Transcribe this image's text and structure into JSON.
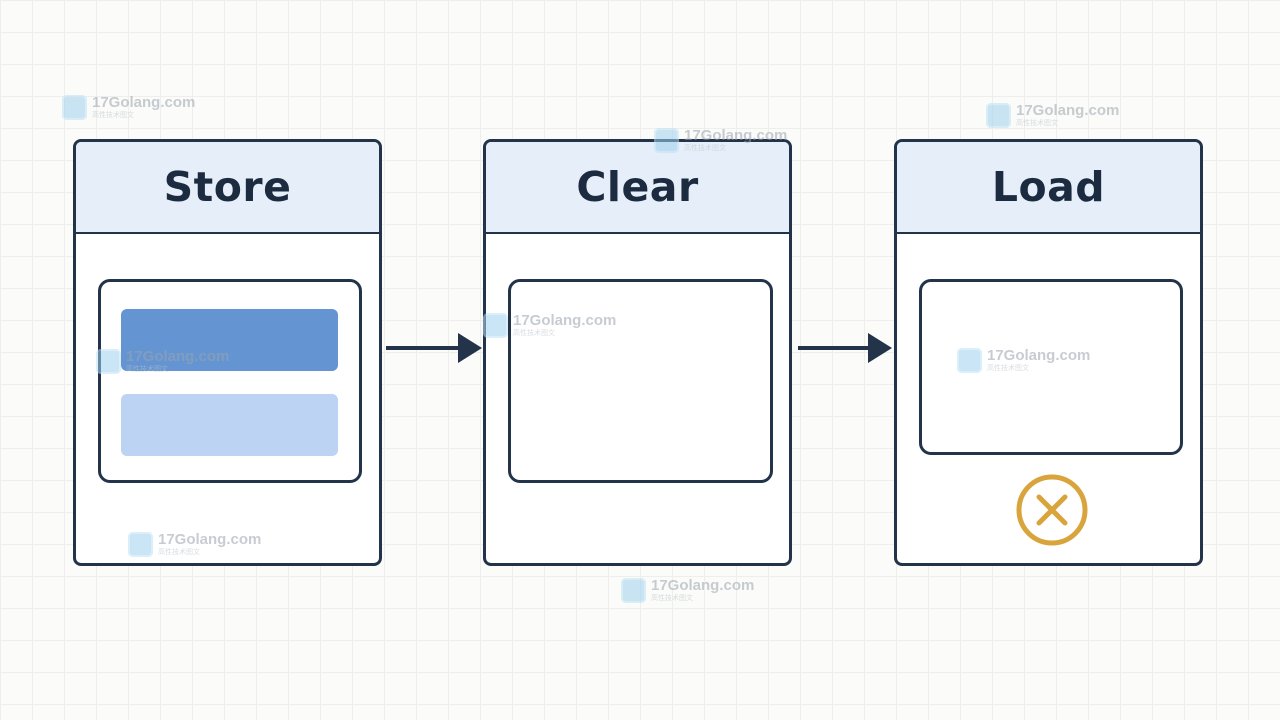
{
  "colors": {
    "outline": "#22334a",
    "header_fill": "#e6eff9",
    "data_primary": "#6495d2",
    "data_secondary": "#bcd3f3",
    "error": "#d9a43c"
  },
  "stages": [
    {
      "title": "Store",
      "content": "two-data-blocks"
    },
    {
      "title": "Clear",
      "content": "empty"
    },
    {
      "title": "Load",
      "content": "empty",
      "status_icon": "x-circle-icon"
    }
  ],
  "watermark": {
    "text": "17Golang.com",
    "subtext": "高性技术图文"
  }
}
